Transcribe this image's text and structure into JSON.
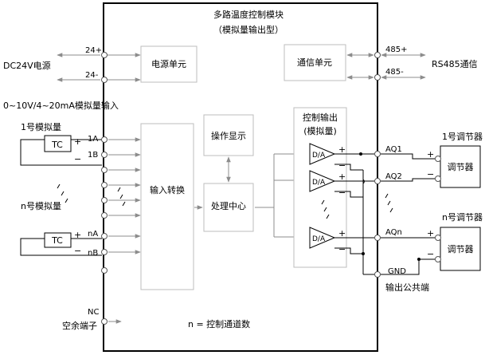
{
  "module": {
    "title": "多路温度控制模块",
    "subtitle": "（模拟量输出型）"
  },
  "power": {
    "source": "DC24V电源",
    "plus": "24+",
    "minus": "24-",
    "unit": "电源单元"
  },
  "comm": {
    "unit": "通信单元",
    "plus": "485+",
    "minus": "485-",
    "label": "RS485通信"
  },
  "input": {
    "range": "0~10V/4~20mA模拟量输入",
    "ch1": {
      "name": "1号模拟量",
      "sensor": "TC",
      "plus": "+",
      "minus": "−",
      "a": "1A",
      "b": "1B"
    },
    "chn": {
      "name": "n号模拟量",
      "sensor": "TC",
      "plus": "+",
      "minus": "−",
      "a": "nA",
      "b": "nB"
    }
  },
  "blocks": {
    "convert": "输入转换",
    "display": "操作显示",
    "cpu": "处理中心"
  },
  "output": {
    "title1": "控制输出",
    "title2": "(模拟量)",
    "dac": "D/A",
    "plus": "+",
    "minus": "−",
    "aq1": "AQ1",
    "aq2": "AQ2",
    "aqn": "AQn",
    "gnd": "GND",
    "common": "输出公共端"
  },
  "regulators": {
    "label1": "1号调节器",
    "labeln": "n号调节器",
    "box": "调节器",
    "plus": "+",
    "minus": "−"
  },
  "nc": {
    "label": "NC",
    "desc": "空余端子"
  },
  "note": "n = 控制通道数"
}
